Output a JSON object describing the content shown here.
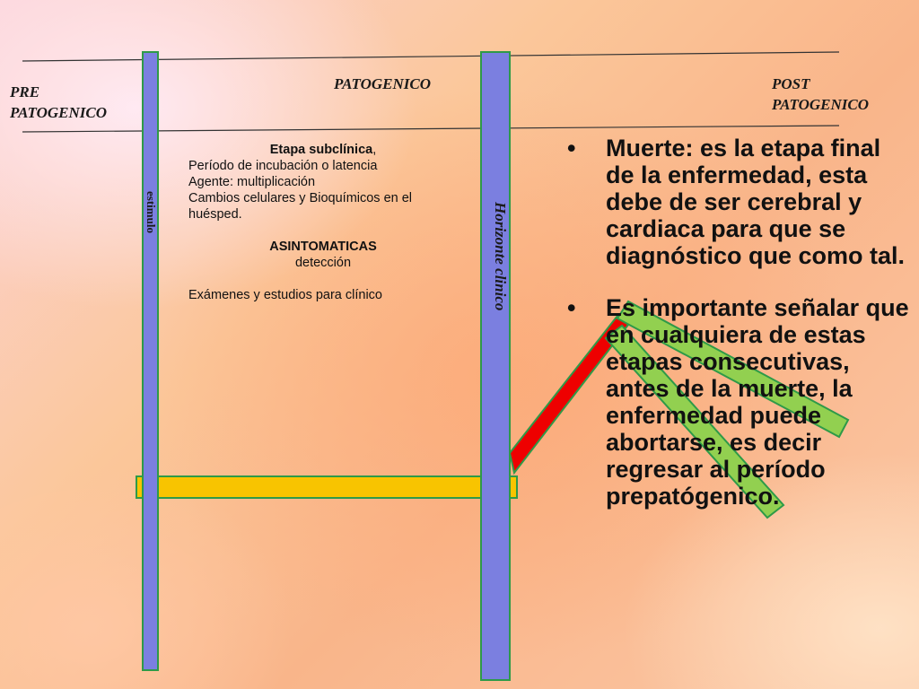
{
  "phases": {
    "pre": [
      "PRE",
      "PATOGENICO"
    ],
    "patogenico": "PATOGENICO",
    "post": [
      "POST",
      "PATOGENICO"
    ]
  },
  "labels": {
    "estimulo": "estimulo",
    "horizonte": "Horizonte clinico"
  },
  "subclinical": {
    "title": "Etapa subclínica",
    "title_suffix": ",",
    "lines": [
      "Período de incubación o latencia",
      "Agente: multiplicación",
      "Cambios celulares y Bioquímicos en el huésped."
    ],
    "asintomaticas": "ASINTOMATICAS",
    "deteccion": "detección",
    "examenes": "Exámenes y estudios para clínico"
  },
  "bullets": [
    "Muerte: es la etapa final de la enfermedad, esta debe de ser cerebral y cardiaca para que se diagnóstico que como tal.",
    "Es importante señalar que en cualquiera de estas etapas consecutivas, antes de la muerte, la enfermedad puede abortarse, es decir regresar al período prepatógenico."
  ],
  "colors": {
    "bar_blue": "#7b7fe0",
    "bar_border": "#2e9a48",
    "bar_yellow": "#f8c400",
    "bar_red": "#ee0000",
    "bar_green": "#92d050"
  }
}
